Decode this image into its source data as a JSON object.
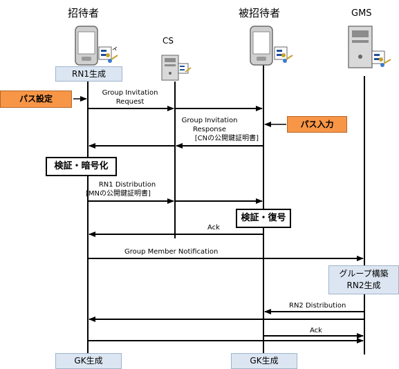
{
  "actors": {
    "inviter": "招待者",
    "cs": "CS",
    "invitee": "被招待者",
    "gms": "GMS"
  },
  "boxes": {
    "rn1_gen": "RN1生成",
    "path_setting": "パス設定",
    "path_input": "パス入力",
    "verify_encrypt": "検証・暗号化",
    "verify_decrypt": "検証・復号",
    "group_build": [
      "グループ構築",
      "RN2生成"
    ],
    "gk_gen_inviter": "GK生成",
    "gk_gen_invitee": "GK生成"
  },
  "messages": {
    "group_invitation_request": [
      "Group Invitation",
      "Request"
    ],
    "group_invitation_response": [
      "Group Invitation",
      "Response",
      "[CNの公開鍵証明書]"
    ],
    "rn1_distribution": [
      "RN1 Distribution",
      "[MNの公開鍵証明書]"
    ],
    "ack1": "Ack",
    "group_member_notification": "Group Member Notification",
    "rn2_distribution": "RN2 Distribution",
    "ack2": "Ack"
  },
  "colors": {
    "box_blue": "#dce6f2",
    "box_orange": "#f79646"
  }
}
